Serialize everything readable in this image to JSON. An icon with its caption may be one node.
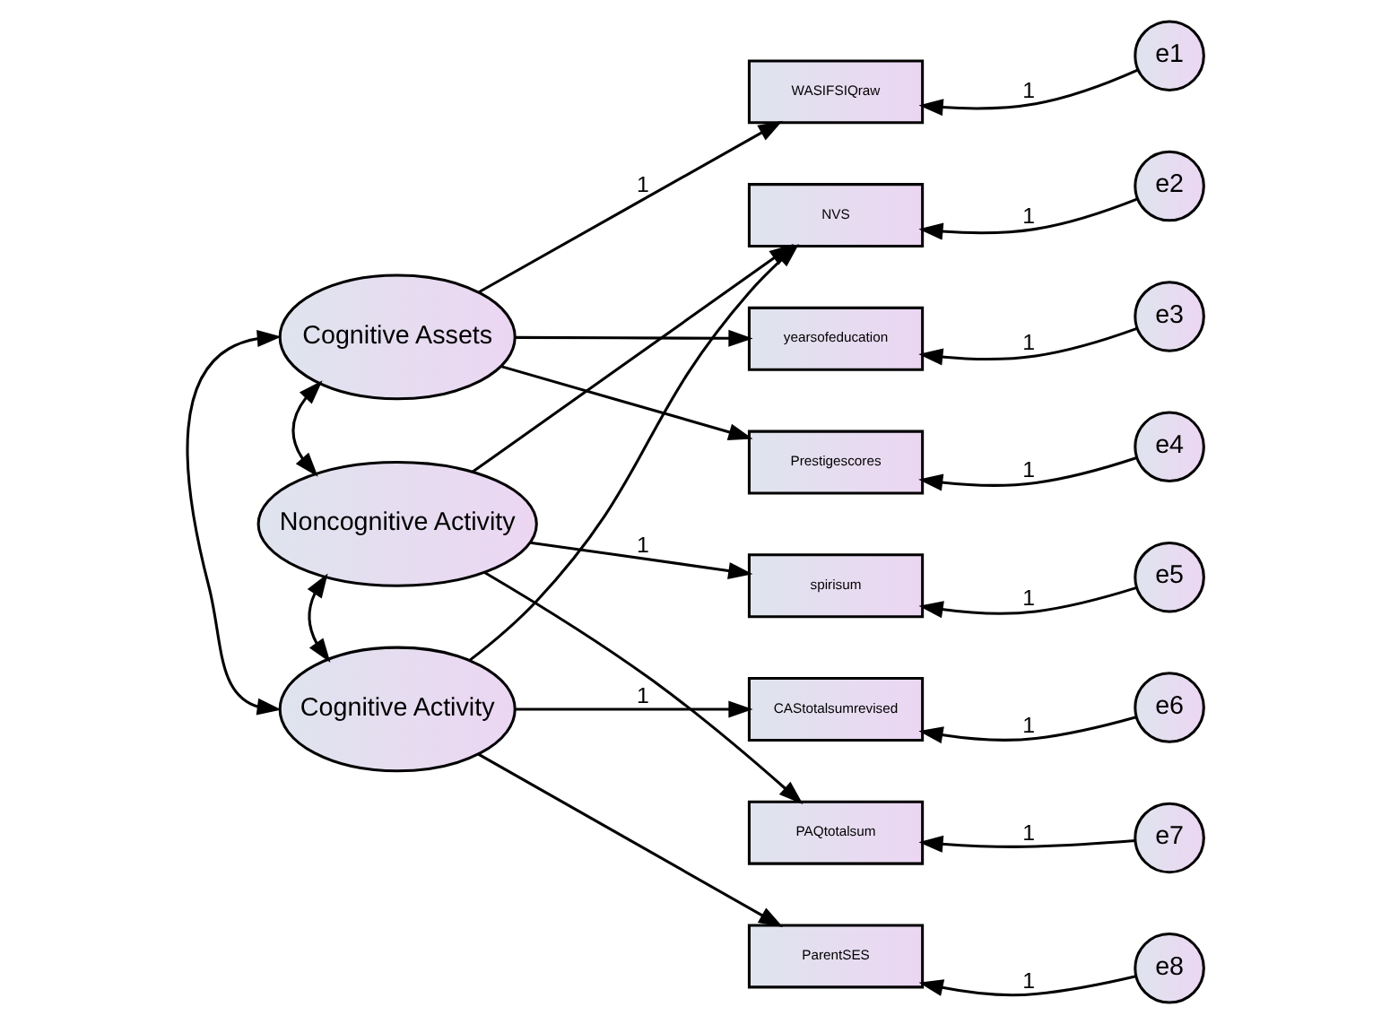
{
  "diagram": {
    "nodes": [
      {
        "text": [
          "Cognitive Assets"
        ]
      },
      {
        "text": [
          "Noncognitive Activity"
        ]
      },
      {
        "text": [
          "Cognitive Activity"
        ]
      },
      {
        "text": [
          "WASIFSIQraw"
        ]
      },
      {
        "text": [
          "NVS"
        ]
      },
      {
        "text": [
          "yearsofeducation"
        ]
      },
      {
        "text": [
          "Prestigescores"
        ]
      },
      {
        "text": [
          "spirisum"
        ]
      },
      {
        "text": [
          "CAStotalsumrevised"
        ]
      },
      {
        "text": [
          "PAQtotalsum"
        ]
      },
      {
        "text": [
          "ParentSES"
        ]
      },
      {
        "text": [
          "e1"
        ]
      },
      {
        "text": [
          "e2"
        ]
      },
      {
        "text": [
          "e3"
        ]
      },
      {
        "text": [
          "e4"
        ]
      },
      {
        "text": [
          "e5"
        ]
      },
      {
        "text": [
          "e6"
        ]
      },
      {
        "text": [
          "e7"
        ]
      },
      {
        "text": [
          "e8"
        ]
      }
    ],
    "edges": [
      {
        "from": 0,
        "to": 3,
        "arrow": "to",
        "label": "1"
      },
      {
        "from": 1,
        "to": 4,
        "arrow": "to"
      },
      {
        "from": 2,
        "to": 4,
        "arrow": "to"
      },
      {
        "from": 0,
        "to": 5,
        "arrow": "to"
      },
      {
        "from": 0,
        "to": 6,
        "arrow": "to"
      },
      {
        "from": 1,
        "to": 7,
        "arrow": "to",
        "label": "1"
      },
      {
        "from": 2,
        "to": 8,
        "arrow": "to",
        "label": "1"
      },
      {
        "from": 1,
        "to": 9,
        "arrow": "to"
      },
      {
        "from": 2,
        "to": 10,
        "arrow": "to"
      },
      {
        "from": 0,
        "to": 1,
        "arrow": "both"
      },
      {
        "from": 1,
        "to": 2,
        "arrow": "both"
      },
      {
        "from": 0,
        "to": 2,
        "arrow": "both"
      },
      {
        "from": 11,
        "to": 3,
        "arrow": "to",
        "label": "1"
      },
      {
        "from": 12,
        "to": 4,
        "arrow": "to",
        "label": "1"
      },
      {
        "from": 13,
        "to": 5,
        "arrow": "to",
        "label": "1"
      },
      {
        "from": 14,
        "to": 6,
        "arrow": "to",
        "label": "1"
      },
      {
        "from": 15,
        "to": 7,
        "arrow": "to",
        "label": "1"
      },
      {
        "from": 16,
        "to": 8,
        "arrow": "to",
        "label": "1"
      },
      {
        "from": 17,
        "to": 9,
        "arrow": "to",
        "label": "1"
      },
      {
        "from": 18,
        "to": 10,
        "arrow": "to",
        "label": "1"
      }
    ]
  }
}
